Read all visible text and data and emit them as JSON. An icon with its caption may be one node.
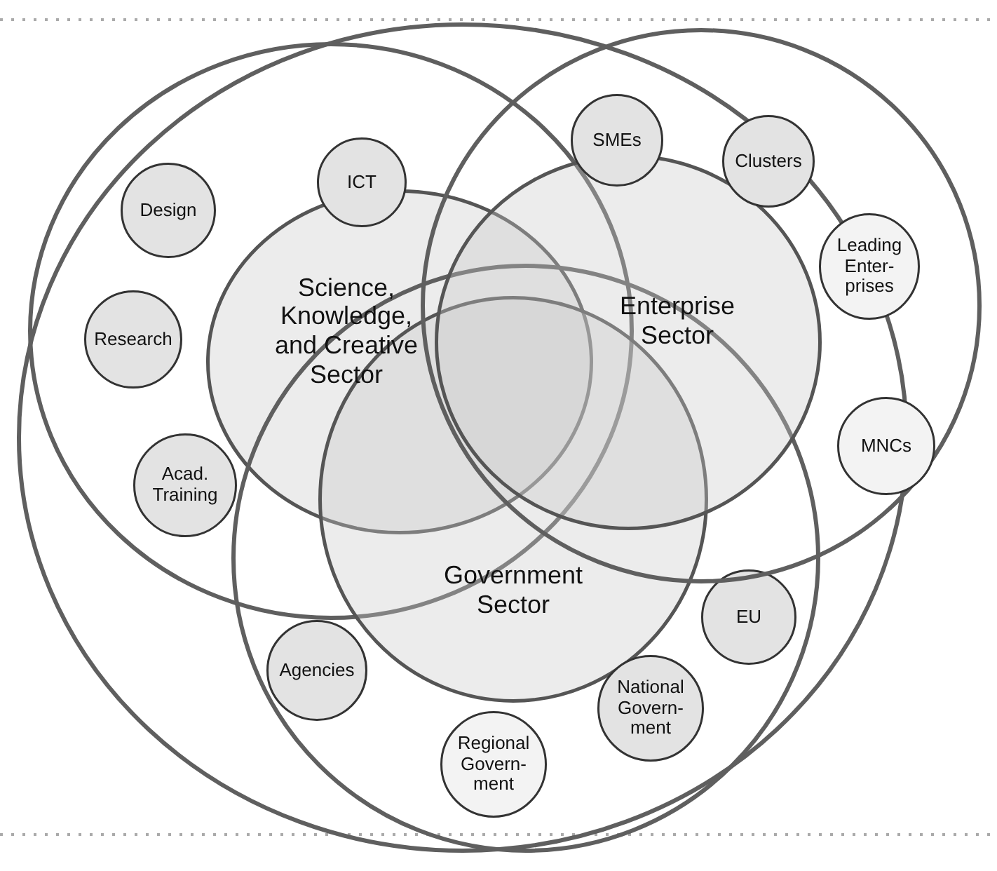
{
  "diagram": {
    "nodes": [
      {
        "text": [],
        "shape": "circle"
      },
      {
        "text": [],
        "shape": "circle",
        "in": 0
      },
      {
        "text": [],
        "shape": "circle"
      },
      {
        "text": [],
        "shape": "circle",
        "in": 0
      },
      {
        "text": [
          "Science, Knowledge, and Creative Sector"
        ],
        "in": 1
      },
      {
        "text": [
          "Enterprise Sector"
        ],
        "in": 2
      },
      {
        "text": [
          "Government Sector"
        ],
        "in": 3
      },
      {
        "text": [
          "ICT"
        ],
        "in": 1
      },
      {
        "text": [
          "SMEs"
        ],
        "in": 2
      },
      {
        "text": [
          "Clusters"
        ],
        "in": 2
      },
      {
        "text": [
          "Design"
        ],
        "in": 1
      },
      {
        "text": [
          "Leading Enter-prises"
        ],
        "in": 2
      },
      {
        "text": [
          "Research"
        ],
        "in": 1
      },
      {
        "text": [
          "MNCs"
        ],
        "in": 2
      },
      {
        "text": [
          "Acad. Training"
        ],
        "in": 1
      },
      {
        "text": [
          "EU"
        ],
        "in": 3
      },
      {
        "text": [
          "Agencies"
        ],
        "in": 3
      },
      {
        "text": [
          "National Govern-ment"
        ],
        "in": 3
      },
      {
        "text": [
          "Regional Govern-ment"
        ],
        "in": 3
      }
    ],
    "edges": []
  }
}
